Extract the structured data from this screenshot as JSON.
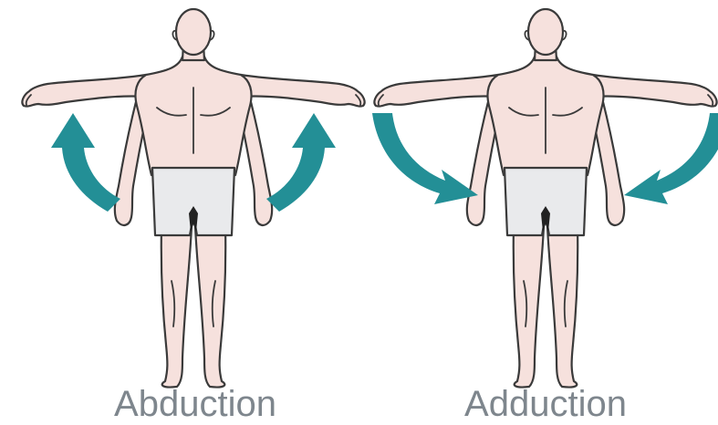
{
  "labels": {
    "left": "Abduction",
    "right": "Adduction"
  },
  "colors": {
    "arrow": "#238f96",
    "skin": "#f6e1dd",
    "shorts": "#e9eaec",
    "label": "#7e868d"
  },
  "icons": {
    "left_arrows": "upward-curved-arrow",
    "right_arrows": "downward-curved-arrow"
  }
}
